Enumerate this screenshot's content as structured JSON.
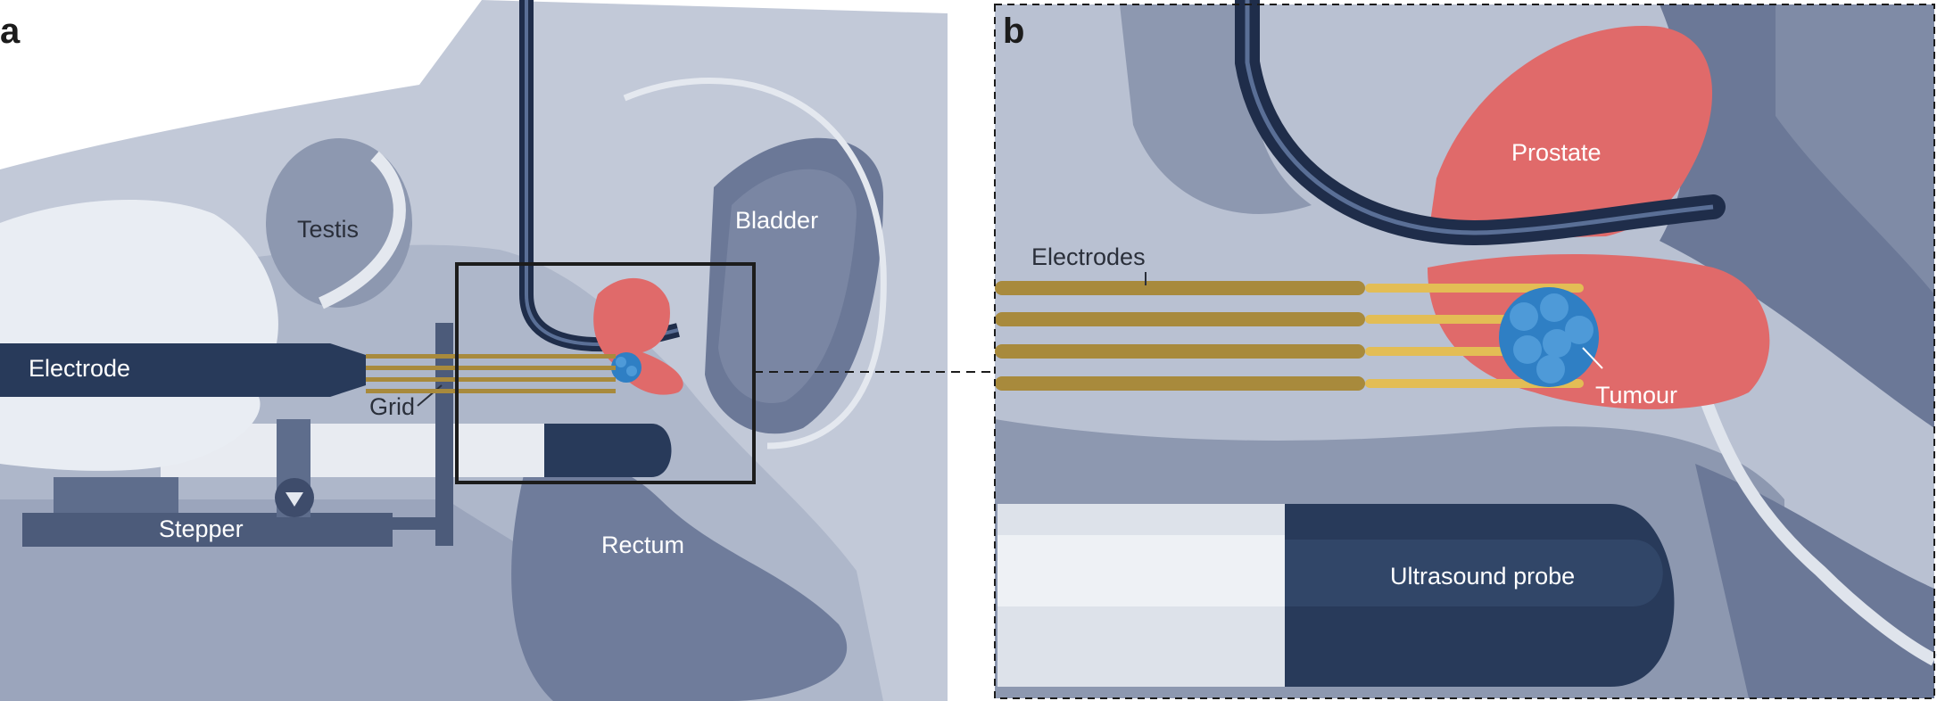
{
  "panel_a": {
    "letter": "a",
    "labels": {
      "testis": "Testis",
      "bladder": "Bladder",
      "electrode": "Electrode",
      "grid": "Grid",
      "stepper": "Stepper",
      "rectum": "Rectum"
    }
  },
  "panel_b": {
    "letter": "b",
    "labels": {
      "prostate": "Prostate",
      "electrodes": "Electrodes",
      "tumour": "Tumour",
      "ultrasound_probe": "Ultrasound probe"
    }
  },
  "colors": {
    "background_tissue": "#b9c1d2",
    "mid_tissue": "#8d98b0",
    "dark_tissue": "#5d6b8a",
    "prostate": "#e06a6a",
    "tumour": "#2f7fc4",
    "instrument_dark": "#283a5a",
    "electrode_gold": "#a88a3c",
    "glove": "#e9edf3"
  }
}
